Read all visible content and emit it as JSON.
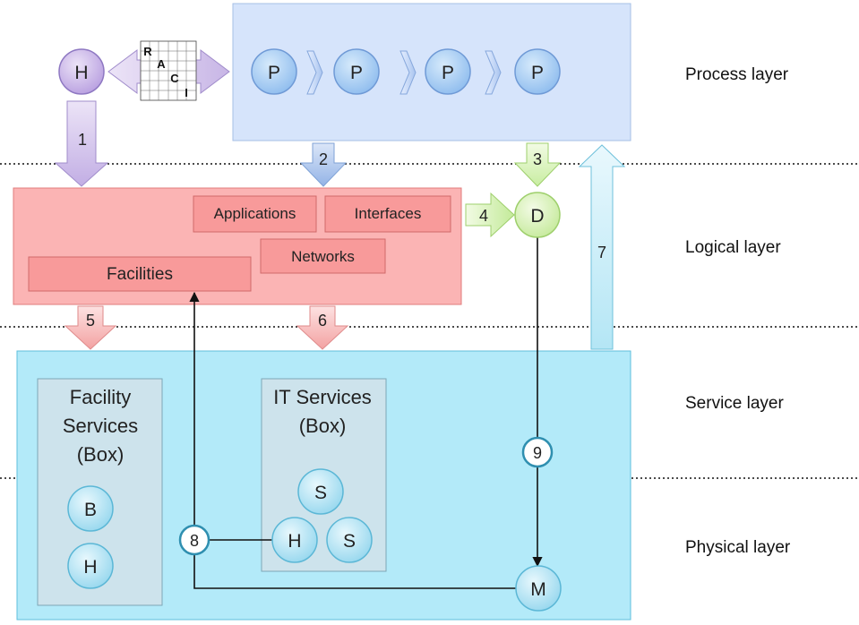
{
  "layers": {
    "process": "Process layer",
    "logical": "Logical layer",
    "service": "Service layer",
    "physical": "Physical layer"
  },
  "nodes": {
    "human": "H",
    "process_1": "P",
    "process_2": "P",
    "process_3": "P",
    "process_4": "P",
    "decision": "D",
    "fs_b": "B",
    "fs_h": "H",
    "it_s1": "S",
    "it_h": "H",
    "it_s2": "S",
    "machine": "M"
  },
  "raci": {
    "r": "R",
    "a": "A",
    "c": "C",
    "i": "I"
  },
  "logical": {
    "applications": "Applications",
    "interfaces": "Interfaces",
    "networks": "Networks",
    "facilities": "Facilities"
  },
  "service": {
    "facility_line1": "Facility",
    "facility_line2": "Services",
    "facility_line3": "(Box)",
    "it_line1": "IT Services",
    "it_line2": "(Box)"
  },
  "steps": {
    "s1": "1",
    "s2": "2",
    "s3": "3",
    "s4": "4",
    "s5": "5",
    "s6": "6",
    "s7": "7",
    "s8": "8",
    "s9": "9"
  }
}
